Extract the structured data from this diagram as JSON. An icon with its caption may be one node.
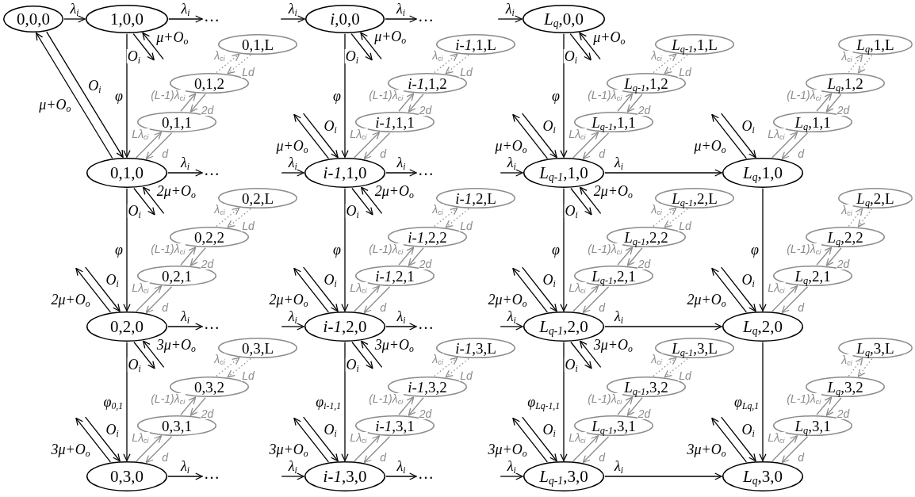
{
  "diagram": {
    "nodes": [
      {
        "text": [
          "0,0,0"
        ]
      },
      {
        "text": [
          "1,0,0"
        ]
      },
      {
        "text": [
          "*i*,0,0"
        ]
      },
      {
        "text": [
          "*L*$_{q}$,0,0"
        ]
      },
      {
        "text": [
          "0,1,0"
        ]
      },
      {
        "text": [
          "*i-1*,1,0"
        ]
      },
      {
        "text": [
          "*L*$_{q-1}$,1,0"
        ]
      },
      {
        "text": [
          "*L*$_{q}$,1,0"
        ]
      },
      {
        "text": [
          "0,2,0"
        ]
      },
      {
        "text": [
          "*i-1*,2,0"
        ]
      },
      {
        "text": [
          "*L*$_{q-1}$,2,0"
        ]
      },
      {
        "text": [
          "*L*$_{q}$,2,0"
        ]
      },
      {
        "text": [
          "0,3,0"
        ]
      },
      {
        "text": [
          "*i-1*,3,0"
        ]
      },
      {
        "text": [
          "*L*$_{q-1}$,3,0"
        ]
      },
      {
        "text": [
          "*L*$_{q}$,3,0"
        ]
      },
      {
        "text": [
          "0,1,L"
        ]
      },
      {
        "text": [
          "0,1,2"
        ]
      },
      {
        "text": [
          "0,1,1"
        ]
      },
      {
        "text": [
          "*i-1*,1,L"
        ]
      },
      {
        "text": [
          "*i-1*,1,2"
        ]
      },
      {
        "text": [
          "*i-1*,1,1"
        ]
      },
      {
        "text": [
          "*L*$_{q-1}$,1,L"
        ]
      },
      {
        "text": [
          "*L*$_{q-1}$,1,2"
        ]
      },
      {
        "text": [
          "*L*$_{q-1}$,1,1"
        ]
      },
      {
        "text": [
          "*L*$_{q}$,1,L"
        ]
      },
      {
        "text": [
          "*L*$_{q}$,1,2"
        ]
      },
      {
        "text": [
          "*L*$_{q}$,1,1"
        ]
      },
      {
        "text": [
          "0,2,L"
        ]
      },
      {
        "text": [
          "0,2,2"
        ]
      },
      {
        "text": [
          "0,2,1"
        ]
      },
      {
        "text": [
          "*i-1*,2,L"
        ]
      },
      {
        "text": [
          "*i-1*,2,2"
        ]
      },
      {
        "text": [
          "*i-1*,2,1"
        ]
      },
      {
        "text": [
          "*L*$_{q-1}$,2,L"
        ]
      },
      {
        "text": [
          "*L*$_{q-1}$,2,2"
        ]
      },
      {
        "text": [
          "*L*$_{q-1}$,2,1"
        ]
      },
      {
        "text": [
          "*L*$_{q}$,2,L"
        ]
      },
      {
        "text": [
          "*L*$_{q}$,2,2"
        ]
      },
      {
        "text": [
          "*L*$_{q}$,2,1"
        ]
      },
      {
        "text": [
          "0,3,L"
        ]
      },
      {
        "text": [
          "0,3,2"
        ]
      },
      {
        "text": [
          "0,3,1"
        ]
      },
      {
        "text": [
          "*i-1*,3,L"
        ]
      },
      {
        "text": [
          "*i-1*,3,2"
        ]
      },
      {
        "text": [
          "*i-1*,3,1"
        ]
      },
      {
        "text": [
          "*L*$_{q-1}$,3,L"
        ]
      },
      {
        "text": [
          "*L*$_{q-1}$,3,2"
        ]
      },
      {
        "text": [
          "*L*$_{q-1}$,3,1"
        ]
      },
      {
        "text": [
          "*L*$_{q}$,3,L"
        ]
      },
      {
        "text": [
          "*L*$_{q}$,3,2"
        ]
      },
      {
        "text": [
          "*L*$_{q}$,3,1"
        ]
      },
      {
        "text": [
          "…"
        ]
      },
      {
        "text": [
          "…"
        ]
      },
      {
        "text": [
          "…"
        ]
      },
      {
        "text": [
          "…"
        ]
      },
      {
        "text": [
          "…"
        ]
      },
      {
        "text": [
          "…"
        ]
      },
      {
        "text": [
          "…"
        ]
      },
      {
        "text": [
          "…"
        ]
      }
    ],
    "edges": [
      {
        "from": 0,
        "to": 1,
        "arrow": "to",
        "label": "λ$_{i}$"
      },
      {
        "from": 0,
        "to": 4,
        "arrow": "to",
        "label": "O$_{i}$"
      },
      {
        "from": 4,
        "to": 0,
        "arrow": "to",
        "label": "μ+O$_{o}$"
      },
      {
        "from": 1,
        "to": 52,
        "arrow": "to",
        "label": "λ$_{i}$"
      },
      {
        "from": null,
        "to": 2,
        "arrow": "to",
        "label": "λ$_{i}$"
      },
      {
        "from": 2,
        "to": 53,
        "arrow": "to",
        "label": "λ$_{i}$"
      },
      {
        "from": null,
        "to": 3,
        "arrow": "to",
        "label": "λ$_{i}$"
      },
      {
        "from": 1,
        "to": null,
        "arrow": "to",
        "label": "O$_{i}$"
      },
      {
        "from": null,
        "to": 1,
        "arrow": "to",
        "label": "μ+O$_{o}$"
      },
      {
        "from": 2,
        "to": null,
        "arrow": "to",
        "label": "O$_{i}$"
      },
      {
        "from": null,
        "to": 2,
        "arrow": "to",
        "label": "μ+O$_{o}$"
      },
      {
        "from": 3,
        "to": null,
        "arrow": "to",
        "label": "O$_{i}$"
      },
      {
        "from": null,
        "to": 3,
        "arrow": "to",
        "label": "μ+O$_{o}$"
      },
      {
        "from": 1,
        "to": 4,
        "arrow": "to",
        "label": "φ"
      },
      {
        "from": 2,
        "to": 5,
        "arrow": "to",
        "label": "φ"
      },
      {
        "from": 3,
        "to": 6,
        "arrow": "to",
        "label": "φ"
      },
      {
        "from": 4,
        "to": 8,
        "arrow": "to",
        "label": "φ"
      },
      {
        "from": 5,
        "to": 9,
        "arrow": "to",
        "label": "φ"
      },
      {
        "from": 6,
        "to": 10,
        "arrow": "to",
        "label": "φ"
      },
      {
        "from": 7,
        "to": 11,
        "arrow": "to",
        "label": "φ"
      },
      {
        "from": 8,
        "to": 12,
        "arrow": "to",
        "label": "φ$_{0,1}$"
      },
      {
        "from": 9,
        "to": 13,
        "arrow": "to",
        "label": "φ$_{i-1,1}$"
      },
      {
        "from": 10,
        "to": 14,
        "arrow": "to",
        "label": "φ$_{Lq-1,1}$"
      },
      {
        "from": 11,
        "to": 15,
        "arrow": "to",
        "label": "φ$_{Lq,1}$"
      },
      {
        "from": 4,
        "to": 54,
        "arrow": "to",
        "label": "λ$_{i}$"
      },
      {
        "from": 4,
        "to": null,
        "arrow": "to",
        "label": "O$_{i}$"
      },
      {
        "from": null,
        "to": 4,
        "arrow": "to",
        "label": "2μ+O$_{o}$"
      },
      {
        "from": 4,
        "to": 18,
        "arrow": "to",
        "label": "Lλ$_{ci}$",
        "color": "#8c8c8c"
      },
      {
        "from": 18,
        "to": 4,
        "arrow": "to",
        "label": "d",
        "color": "#8c8c8c"
      },
      {
        "from": 18,
        "to": 17,
        "arrow": "to",
        "label": "(L-1)λ$_{ci}$",
        "color": "#8c8c8c"
      },
      {
        "from": 17,
        "to": 18,
        "arrow": "to",
        "label": "2d",
        "color": "#8c8c8c"
      },
      {
        "from": 17,
        "to": 16,
        "arrow": "to",
        "label": "λ$_{ci}$",
        "color": "#8c8c8c",
        "style": "dashed"
      },
      {
        "from": 16,
        "to": 17,
        "arrow": "to",
        "label": "Ld",
        "color": "#8c8c8c",
        "style": "dashed"
      },
      {
        "from": null,
        "to": 5,
        "arrow": "to",
        "label": "O$_{i}$"
      },
      {
        "from": 5,
        "to": null,
        "arrow": "to",
        "label": "μ+O$_{o}$"
      },
      {
        "from": null,
        "to": 5,
        "arrow": "to",
        "label": "λ$_{i}$"
      },
      {
        "from": 5,
        "to": 55,
        "arrow": "to",
        "label": "λ$_{i}$"
      },
      {
        "from": 5,
        "to": null,
        "arrow": "to",
        "label": "O$_{i}$"
      },
      {
        "from": null,
        "to": 5,
        "arrow": "to",
        "label": "2μ+O$_{o}$"
      },
      {
        "from": 5,
        "to": 21,
        "arrow": "to",
        "label": "Lλ$_{ci}$",
        "color": "#8c8c8c"
      },
      {
        "from": 21,
        "to": 5,
        "arrow": "to",
        "label": "d",
        "color": "#8c8c8c"
      },
      {
        "from": 21,
        "to": 20,
        "arrow": "to",
        "label": "(L-1)λ$_{ci}$",
        "color": "#8c8c8c"
      },
      {
        "from": 20,
        "to": 21,
        "arrow": "to",
        "label": "2d",
        "color": "#8c8c8c"
      },
      {
        "from": 20,
        "to": 19,
        "arrow": "to",
        "label": "λ$_{ci}$",
        "color": "#8c8c8c",
        "style": "dashed"
      },
      {
        "from": 19,
        "to": 20,
        "arrow": "to",
        "label": "Ld",
        "color": "#8c8c8c",
        "style": "dashed"
      },
      {
        "from": null,
        "to": 6,
        "arrow": "to",
        "label": "O$_{i}$"
      },
      {
        "from": 6,
        "to": null,
        "arrow": "to",
        "label": "μ+O$_{o}$"
      },
      {
        "from": null,
        "to": 6,
        "arrow": "to",
        "label": "λ$_{i}$"
      },
      {
        "from": 6,
        "to": 7,
        "arrow": "to",
        "label": "λ$_{i}$"
      },
      {
        "from": 6,
        "to": null,
        "arrow": "to",
        "label": "O$_{i}$"
      },
      {
        "from": null,
        "to": 6,
        "arrow": "to",
        "label": "2μ+O$_{o}$"
      },
      {
        "from": 6,
        "to": 24,
        "arrow": "to",
        "label": "Lλ$_{ci}$",
        "color": "#8c8c8c"
      },
      {
        "from": 24,
        "to": 6,
        "arrow": "to",
        "label": "d",
        "color": "#8c8c8c"
      },
      {
        "from": 24,
        "to": 23,
        "arrow": "to",
        "label": "(L-1)λ$_{ci}$",
        "color": "#8c8c8c"
      },
      {
        "from": 23,
        "to": 24,
        "arrow": "to",
        "label": "2d",
        "color": "#8c8c8c"
      },
      {
        "from": 23,
        "to": 22,
        "arrow": "to",
        "label": "λ$_{ci}$",
        "color": "#8c8c8c",
        "style": "dashed"
      },
      {
        "from": 22,
        "to": 23,
        "arrow": "to",
        "label": "Ld",
        "color": "#8c8c8c",
        "style": "dashed"
      },
      {
        "from": null,
        "to": 7,
        "arrow": "to",
        "label": "O$_{i}$"
      },
      {
        "from": 7,
        "to": null,
        "arrow": "to",
        "label": "μ+O$_{o}$"
      },
      {
        "from": 7,
        "to": 27,
        "arrow": "to",
        "label": "Lλ$_{ci}$",
        "color": "#8c8c8c"
      },
      {
        "from": 27,
        "to": 7,
        "arrow": "to",
        "label": "d",
        "color": "#8c8c8c"
      },
      {
        "from": 27,
        "to": 26,
        "arrow": "to",
        "label": "(L-1)λ$_{ci}$",
        "color": "#8c8c8c"
      },
      {
        "from": 26,
        "to": 27,
        "arrow": "to",
        "label": "2d",
        "color": "#8c8c8c"
      },
      {
        "from": 26,
        "to": 25,
        "arrow": "to",
        "label": "λ$_{ci}$",
        "color": "#8c8c8c",
        "style": "dashed"
      },
      {
        "from": 25,
        "to": 26,
        "arrow": "to",
        "color": "#8c8c8c",
        "style": "dashed"
      },
      {
        "from": null,
        "to": 8,
        "arrow": "to",
        "label": "O$_{i}$"
      },
      {
        "from": 8,
        "to": null,
        "arrow": "to",
        "label": "2μ+O$_{o}$"
      },
      {
        "from": 8,
        "to": 56,
        "arrow": "to",
        "label": "λ$_{i}$"
      },
      {
        "from": 8,
        "to": null,
        "arrow": "to",
        "label": "O$_{i}$"
      },
      {
        "from": null,
        "to": 8,
        "arrow": "to",
        "label": "3μ+O$_{o}$"
      },
      {
        "from": 8,
        "to": 30,
        "arrow": "to",
        "label": "Lλ$_{ci}$",
        "color": "#8c8c8c"
      },
      {
        "from": 30,
        "to": 8,
        "arrow": "to",
        "label": "d",
        "color": "#8c8c8c"
      },
      {
        "from": 30,
        "to": 29,
        "arrow": "to",
        "label": "(L-1)λ$_{ci}$",
        "color": "#8c8c8c"
      },
      {
        "from": 29,
        "to": 30,
        "arrow": "to",
        "label": "2d",
        "color": "#8c8c8c"
      },
      {
        "from": 29,
        "to": 28,
        "arrow": "to",
        "label": "λ$_{ci}$",
        "color": "#8c8c8c",
        "style": "dashed"
      },
      {
        "from": 28,
        "to": 29,
        "arrow": "to",
        "label": "Ld",
        "color": "#8c8c8c",
        "style": "dashed"
      },
      {
        "from": null,
        "to": 9,
        "arrow": "to",
        "label": "O$_{i}$"
      },
      {
        "from": 9,
        "to": null,
        "arrow": "to",
        "label": "2μ+O$_{o}$"
      },
      {
        "from": null,
        "to": 9,
        "arrow": "to",
        "label": "λ$_{i}$"
      },
      {
        "from": 9,
        "to": 57,
        "arrow": "to",
        "label": "λ$_{i}$"
      },
      {
        "from": 9,
        "to": null,
        "arrow": "to",
        "label": "O$_{i}$"
      },
      {
        "from": null,
        "to": 9,
        "arrow": "to",
        "label": "3μ+O$_{o}$"
      },
      {
        "from": 9,
        "to": 33,
        "arrow": "to",
        "label": "Lλ$_{ci}$",
        "color": "#8c8c8c"
      },
      {
        "from": 33,
        "to": 9,
        "arrow": "to",
        "label": "d",
        "color": "#8c8c8c"
      },
      {
        "from": 33,
        "to": 32,
        "arrow": "to",
        "label": "(L-1)λ$_{ci}$",
        "color": "#8c8c8c"
      },
      {
        "from": 32,
        "to": 33,
        "arrow": "to",
        "label": "2d",
        "color": "#8c8c8c"
      },
      {
        "from": 32,
        "to": 31,
        "arrow": "to",
        "label": "λ$_{ci}$",
        "color": "#8c8c8c",
        "style": "dashed"
      },
      {
        "from": 31,
        "to": 32,
        "arrow": "to",
        "label": "Ld",
        "color": "#8c8c8c",
        "style": "dashed"
      },
      {
        "from": null,
        "to": 10,
        "arrow": "to",
        "label": "O$_{i}$"
      },
      {
        "from": 10,
        "to": null,
        "arrow": "to",
        "label": "2μ+O$_{o}$"
      },
      {
        "from": null,
        "to": 10,
        "arrow": "to",
        "label": "λ$_{i}$"
      },
      {
        "from": 10,
        "to": 11,
        "arrow": "to",
        "label": "λ$_{i}$"
      },
      {
        "from": 10,
        "to": null,
        "arrow": "to",
        "label": "O$_{i}$"
      },
      {
        "from": null,
        "to": 10,
        "arrow": "to",
        "label": "3μ+O$_{o}$"
      },
      {
        "from": 10,
        "to": 36,
        "arrow": "to",
        "label": "Lλ$_{ci}$",
        "color": "#8c8c8c"
      },
      {
        "from": 36,
        "to": 10,
        "arrow": "to",
        "label": "d",
        "color": "#8c8c8c"
      },
      {
        "from": 36,
        "to": 35,
        "arrow": "to",
        "label": "(L-1)λ$_{ci}$",
        "color": "#8c8c8c"
      },
      {
        "from": 35,
        "to": 36,
        "arrow": "to",
        "label": "2d",
        "color": "#8c8c8c"
      },
      {
        "from": 35,
        "to": 34,
        "arrow": "to",
        "label": "λ$_{ci}$",
        "color": "#8c8c8c",
        "style": "dashed"
      },
      {
        "from": 34,
        "to": 35,
        "arrow": "to",
        "label": "Ld",
        "color": "#8c8c8c",
        "style": "dashed"
      },
      {
        "from": null,
        "to": 11,
        "arrow": "to",
        "label": "O$_{i}$"
      },
      {
        "from": 11,
        "to": null,
        "arrow": "to",
        "label": "2μ+O$_{o}$"
      },
      {
        "from": 11,
        "to": 39,
        "arrow": "to",
        "label": "Lλ$_{ci}$",
        "color": "#8c8c8c"
      },
      {
        "from": 39,
        "to": 11,
        "arrow": "to",
        "label": "d",
        "color": "#8c8c8c"
      },
      {
        "from": 39,
        "to": 38,
        "arrow": "to",
        "label": "(L-1)λ$_{ci}$",
        "color": "#8c8c8c"
      },
      {
        "from": 38,
        "to": 39,
        "arrow": "to",
        "label": "2d",
        "color": "#8c8c8c"
      },
      {
        "from": 38,
        "to": 37,
        "arrow": "to",
        "label": "λ$_{ci}$",
        "color": "#8c8c8c",
        "style": "dashed"
      },
      {
        "from": 37,
        "to": 38,
        "arrow": "to",
        "color": "#8c8c8c",
        "style": "dashed"
      },
      {
        "from": null,
        "to": 12,
        "arrow": "to",
        "label": "O$_{i}$"
      },
      {
        "from": 12,
        "to": null,
        "arrow": "to",
        "label": "3μ+O$_{o}$"
      },
      {
        "from": 12,
        "to": 58,
        "arrow": "to",
        "label": "λ$_{i}$"
      },
      {
        "from": 12,
        "to": 42,
        "arrow": "to",
        "label": "Lλ$_{ci}$",
        "color": "#8c8c8c"
      },
      {
        "from": 42,
        "to": 12,
        "arrow": "to",
        "label": "d",
        "color": "#8c8c8c"
      },
      {
        "from": 42,
        "to": 41,
        "arrow": "to",
        "label": "(L-1)λ$_{ci}$",
        "color": "#8c8c8c"
      },
      {
        "from": 41,
        "to": 42,
        "arrow": "to",
        "label": "2d",
        "color": "#8c8c8c"
      },
      {
        "from": 41,
        "to": 40,
        "arrow": "to",
        "label": "λ$_{ci}$",
        "color": "#8c8c8c",
        "style": "dashed"
      },
      {
        "from": 40,
        "to": 41,
        "arrow": "to",
        "label": "Ld",
        "color": "#8c8c8c",
        "style": "dashed"
      },
      {
        "from": null,
        "to": 13,
        "arrow": "to",
        "label": "O$_{i}$"
      },
      {
        "from": 13,
        "to": null,
        "arrow": "to",
        "label": "3μ+O$_{o}$"
      },
      {
        "from": null,
        "to": 13,
        "arrow": "to",
        "label": "λ$_{i}$"
      },
      {
        "from": 13,
        "to": 59,
        "arrow": "to",
        "label": "λ$_{i}$"
      },
      {
        "from": 13,
        "to": 45,
        "arrow": "to",
        "label": "Lλ$_{ci}$",
        "color": "#8c8c8c"
      },
      {
        "from": 45,
        "to": 13,
        "arrow": "to",
        "label": "d",
        "color": "#8c8c8c"
      },
      {
        "from": 45,
        "to": 44,
        "arrow": "to",
        "label": "(L-1)λ$_{ci}$",
        "color": "#8c8c8c"
      },
      {
        "from": 44,
        "to": 45,
        "arrow": "to",
        "label": "2d",
        "color": "#8c8c8c"
      },
      {
        "from": 44,
        "to": 43,
        "arrow": "to",
        "label": "λ$_{ci}$",
        "color": "#8c8c8c",
        "style": "dashed"
      },
      {
        "from": 43,
        "to": 44,
        "arrow": "to",
        "label": "Ld",
        "color": "#8c8c8c",
        "style": "dashed"
      },
      {
        "from": null,
        "to": 14,
        "arrow": "to",
        "label": "O$_{i}$"
      },
      {
        "from": 14,
        "to": null,
        "arrow": "to",
        "label": "3μ+O$_{o}$"
      },
      {
        "from": null,
        "to": 14,
        "arrow": "to",
        "label": "λ$_{i}$"
      },
      {
        "from": 14,
        "to": 15,
        "arrow": "to",
        "label": "λ$_{i}$"
      },
      {
        "from": 14,
        "to": 48,
        "arrow": "to",
        "label": "Lλ$_{ci}$",
        "color": "#8c8c8c"
      },
      {
        "from": 48,
        "to": 14,
        "arrow": "to",
        "label": "d",
        "color": "#8c8c8c"
      },
      {
        "from": 48,
        "to": 47,
        "arrow": "to",
        "label": "(L-1)λ$_{ci}$",
        "color": "#8c8c8c"
      },
      {
        "from": 47,
        "to": 48,
        "arrow": "to",
        "label": "2d",
        "color": "#8c8c8c"
      },
      {
        "from": 47,
        "to": 46,
        "arrow": "to",
        "label": "λ$_{ci}$",
        "color": "#8c8c8c",
        "style": "dashed"
      },
      {
        "from": 46,
        "to": 47,
        "arrow": "to",
        "label": "Ld",
        "color": "#8c8c8c",
        "style": "dashed"
      },
      {
        "from": null,
        "to": 15,
        "arrow": "to",
        "label": "O$_{i}$"
      },
      {
        "from": 15,
        "to": null,
        "arrow": "to",
        "label": "3μ+O$_{o}$"
      },
      {
        "from": 15,
        "to": 51,
        "arrow": "to",
        "label": "Lλ$_{ci}$",
        "color": "#8c8c8c"
      },
      {
        "from": 51,
        "to": 15,
        "arrow": "to",
        "label": "d",
        "color": "#8c8c8c"
      },
      {
        "from": 51,
        "to": 50,
        "arrow": "to",
        "label": "(L-1)λ$_{ci}$",
        "color": "#8c8c8c"
      },
      {
        "from": 50,
        "to": 51,
        "arrow": "to",
        "label": "2d",
        "color": "#8c8c8c"
      },
      {
        "from": 50,
        "to": 49,
        "arrow": "to",
        "label": "λ$_{ci}$",
        "color": "#8c8c8c",
        "style": "dashed"
      },
      {
        "from": 49,
        "to": 50,
        "arrow": "to",
        "color": "#8c8c8c",
        "style": "dashed"
      }
    ]
  }
}
